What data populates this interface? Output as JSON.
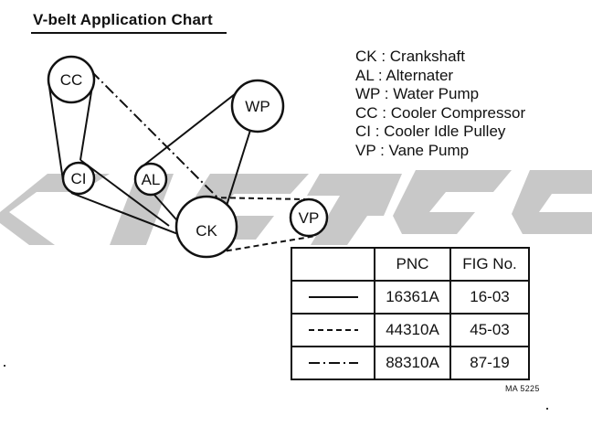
{
  "title": "V-belt Application Chart",
  "pulleys": [
    {
      "id": "CC",
      "label": "CC"
    },
    {
      "id": "CI",
      "label": "CI"
    },
    {
      "id": "AL",
      "label": "AL"
    },
    {
      "id": "WP",
      "label": "WP"
    },
    {
      "id": "CK",
      "label": "CK"
    },
    {
      "id": "VP",
      "label": "VP"
    }
  ],
  "legend": [
    "CK : Crankshaft",
    "AL : Alternater",
    "WP : Water Pump",
    "CC : Cooler Compressor",
    "CI : Cooler Idle Pulley",
    "VP : Vane Pump"
  ],
  "table": {
    "headers": [
      "",
      "PNC",
      "FIG No."
    ],
    "rows": [
      {
        "line_style": "solid",
        "pnc": "16361A",
        "fig": "16-03"
      },
      {
        "line_style": "dashed",
        "pnc": "44310A",
        "fig": "45-03"
      },
      {
        "line_style": "dash-dot",
        "pnc": "88310A",
        "fig": "87-19"
      }
    ]
  },
  "code": "MA 5225",
  "watermark_color": "#c8c8c8"
}
